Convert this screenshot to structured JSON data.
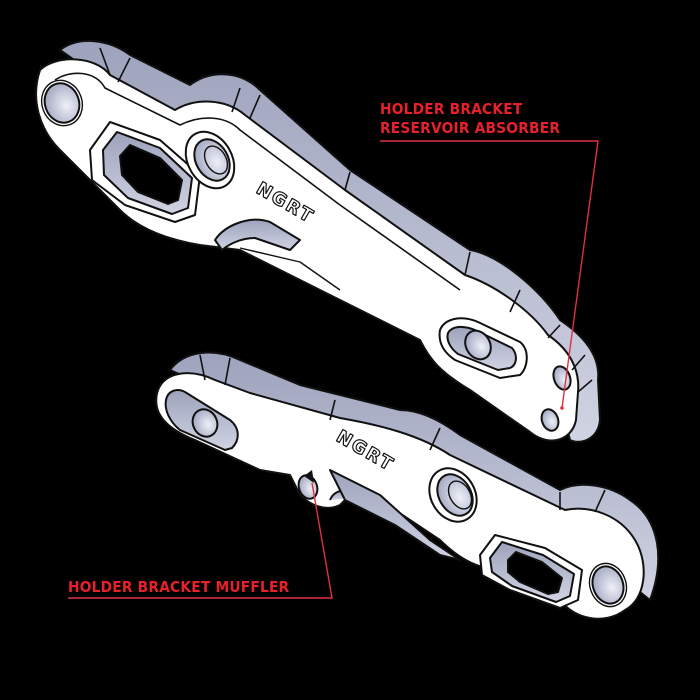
{
  "image": {
    "background": "#000000",
    "description": "Isometric CAD render of two machined aluminium holder brackets on black background with red callouts"
  },
  "colors": {
    "label_red": "#e8202a",
    "leader_red": "#e03040",
    "part_face": "#ffffff",
    "part_side": "#b8bccf",
    "part_outline": "#111111"
  },
  "parts": [
    {
      "id": "upper-bracket",
      "engraving": "NGRT",
      "callout": {
        "lines": [
          "HOLDER BRACKET",
          "RESERVOIR ABSORBER"
        ]
      }
    },
    {
      "id": "lower-bracket",
      "engraving": "NGRT",
      "callout": {
        "lines": [
          "HOLDER BRACKET MUFFLER"
        ]
      }
    }
  ]
}
